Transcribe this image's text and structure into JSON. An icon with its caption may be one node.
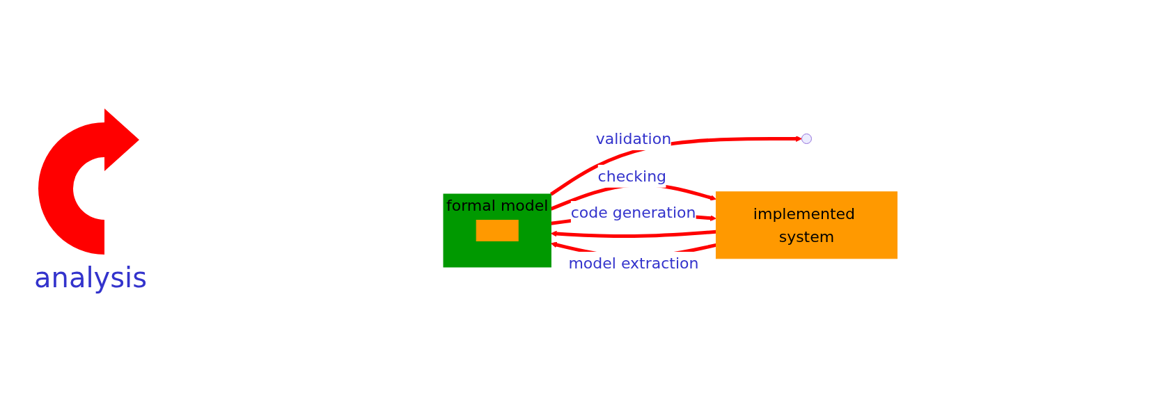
{
  "diagram": {
    "nodes": [
      {
        "text": [
          "formal model"
        ]
      },
      {
        "text": [],
        "shape": "box",
        "in": 0
      },
      {
        "text": [
          "implemented system"
        ]
      }
    ],
    "edges": [
      {
        "from": 0,
        "to": null,
        "arrow": "to",
        "label": "validation"
      },
      {
        "from": 0,
        "to": 2,
        "arrow": "to",
        "label": "checking"
      },
      {
        "from": 2,
        "to": 0,
        "arrow": "to"
      },
      {
        "from": 0,
        "to": 2,
        "arrow": "to",
        "label": "code generation"
      },
      {
        "from": 2,
        "to": 0,
        "arrow": "to",
        "label": "model extraction"
      }
    ],
    "labels": [
      "analysis"
    ]
  }
}
